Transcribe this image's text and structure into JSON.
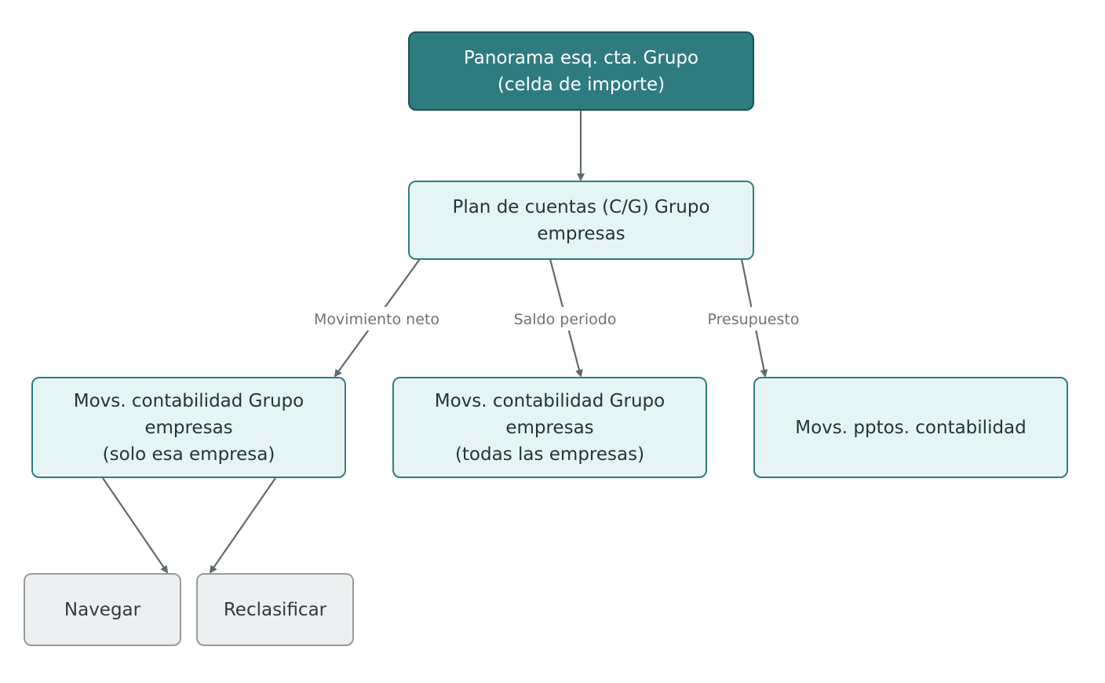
{
  "nodes": {
    "overview": {
      "line1": "Panorama esq. cta. Grupo",
      "line2": "(celda de importe)"
    },
    "chart_of_accounts": {
      "line1": "Plan de cuentas (C/G) Grupo",
      "line2": "empresas"
    },
    "entries_single": {
      "line1": "Movs. contabilidad Grupo",
      "line2": "empresas",
      "line3": "(solo esa empresa)"
    },
    "entries_all": {
      "line1": "Movs. contabilidad Grupo",
      "line2": "empresas",
      "line3": "(todas las empresas)"
    },
    "budget_entries": {
      "line1": "Movs. pptos. contabilidad"
    },
    "navigate": {
      "line1": "Navegar"
    },
    "reclassify": {
      "line1": "Reclasificar"
    }
  },
  "edges": [
    {
      "from": "overview",
      "to": "chart_of_accounts",
      "label": ""
    },
    {
      "from": "chart_of_accounts",
      "to": "entries_single",
      "label": "Movimiento neto"
    },
    {
      "from": "chart_of_accounts",
      "to": "entries_all",
      "label": "Saldo periodo"
    },
    {
      "from": "chart_of_accounts",
      "to": "budget_entries",
      "label": "Presupuesto"
    },
    {
      "from": "entries_single",
      "to": "navigate",
      "label": ""
    },
    {
      "from": "entries_single",
      "to": "reclassify",
      "label": ""
    }
  ],
  "colors": {
    "root_fill": "#2e7b80",
    "node_fill": "#e7f4f5",
    "node_border": "#2e7d7f",
    "leaf_fill": "#eeeff0",
    "leaf_border": "#949d9e",
    "edge": "#5f6b6b"
  }
}
